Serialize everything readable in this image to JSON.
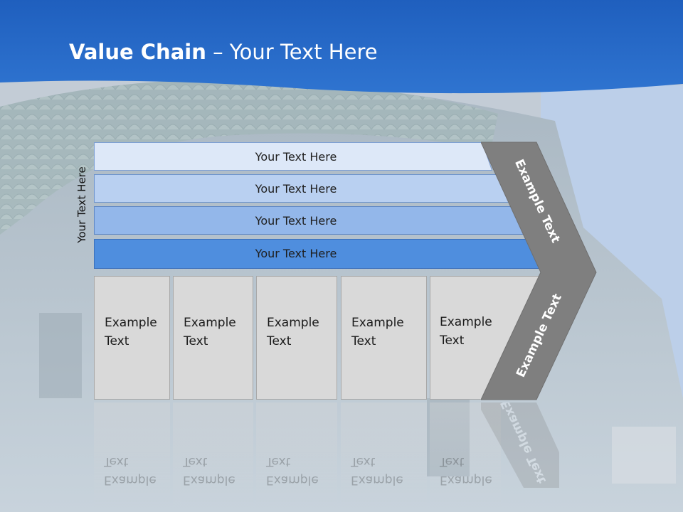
{
  "slide": {
    "title_bold": "Value Chain",
    "title_rest": " – Your Text Here",
    "side_label": "Your Text Here"
  },
  "bars": [
    {
      "label": "Your Text Here",
      "color": "#dde8f8"
    },
    {
      "label": "Your Text Here",
      "color": "#b9d0f1"
    },
    {
      "label": "Your Text Here",
      "color": "#93b7ea"
    },
    {
      "label": "Your Text Here",
      "color": "#4f8ede"
    }
  ],
  "boxes": [
    {
      "line1": "Example",
      "line2": "Text"
    },
    {
      "line1": "Example",
      "line2": "Text"
    },
    {
      "line1": "Example",
      "line2": "Text"
    },
    {
      "line1": "Example",
      "line2": "Text"
    },
    {
      "line1": "Example",
      "line2": "Text"
    }
  ],
  "chevron": {
    "upper_text": "Example Text",
    "lower_text": "Example Text",
    "color": "#7f7f7f"
  },
  "colors": {
    "header_blue": "#2a6bc8",
    "sky": "#bcd0ea"
  }
}
